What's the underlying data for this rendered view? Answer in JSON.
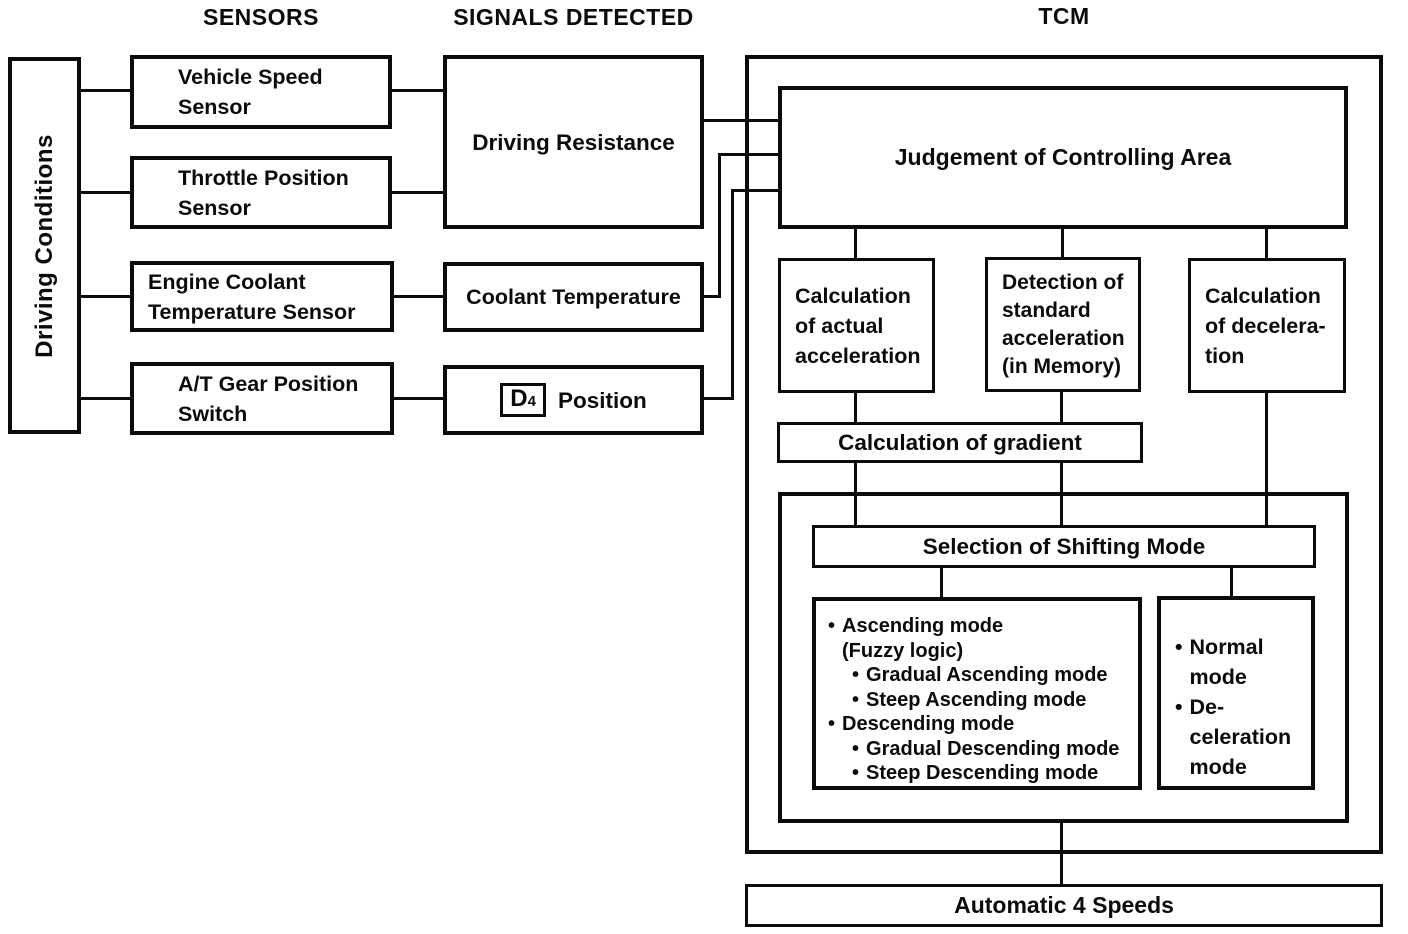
{
  "diagram": {
    "headers": {
      "sensors": "SENSORS",
      "signals": "SIGNALS DETECTED",
      "tcm": "TCM"
    },
    "driving_conditions_label": "Driving Conditions",
    "sensors": [
      {
        "label": "Vehicle Speed\nSensor"
      },
      {
        "label": "Throttle Position\nSensor"
      },
      {
        "label": "Engine Coolant\nTemperature Sensor"
      },
      {
        "label": "A/T Gear Position\nSwitch"
      }
    ],
    "signals": {
      "driving_resistance": "Driving Resistance",
      "coolant_temperature": "Coolant Temperature",
      "d4": {
        "letter": "D",
        "subscript": "4",
        "label": "Position"
      }
    },
    "tcm": {
      "judgement": "Judgement of Controlling Area",
      "calc_actual": "Calculation\nof actual\nacceleration",
      "detection": "Detection of\nstandard\nacceleration\n(in Memory)",
      "calc_deceleration": "Calculation\nof decelera-\ntion",
      "gradient": "Calculation of gradient",
      "selection": "Selection of Shifting Mode",
      "shifting_modes": [
        {
          "level": 1,
          "text": "Ascending mode\n(Fuzzy logic)"
        },
        {
          "level": 2,
          "text": "Gradual Ascending mode"
        },
        {
          "level": 2,
          "text": "Steep Ascending mode"
        },
        {
          "level": 1,
          "text": "Descending mode"
        },
        {
          "level": 2,
          "text": "Gradual Descending mode"
        },
        {
          "level": 2,
          "text": "Steep Descending mode"
        }
      ],
      "output_modes": [
        {
          "text": "Normal\nmode"
        },
        {
          "text": "De-\nceleration\nmode"
        }
      ]
    },
    "output": "Automatic 4 Speeds",
    "glyphs": {
      "bullet": "•"
    }
  }
}
